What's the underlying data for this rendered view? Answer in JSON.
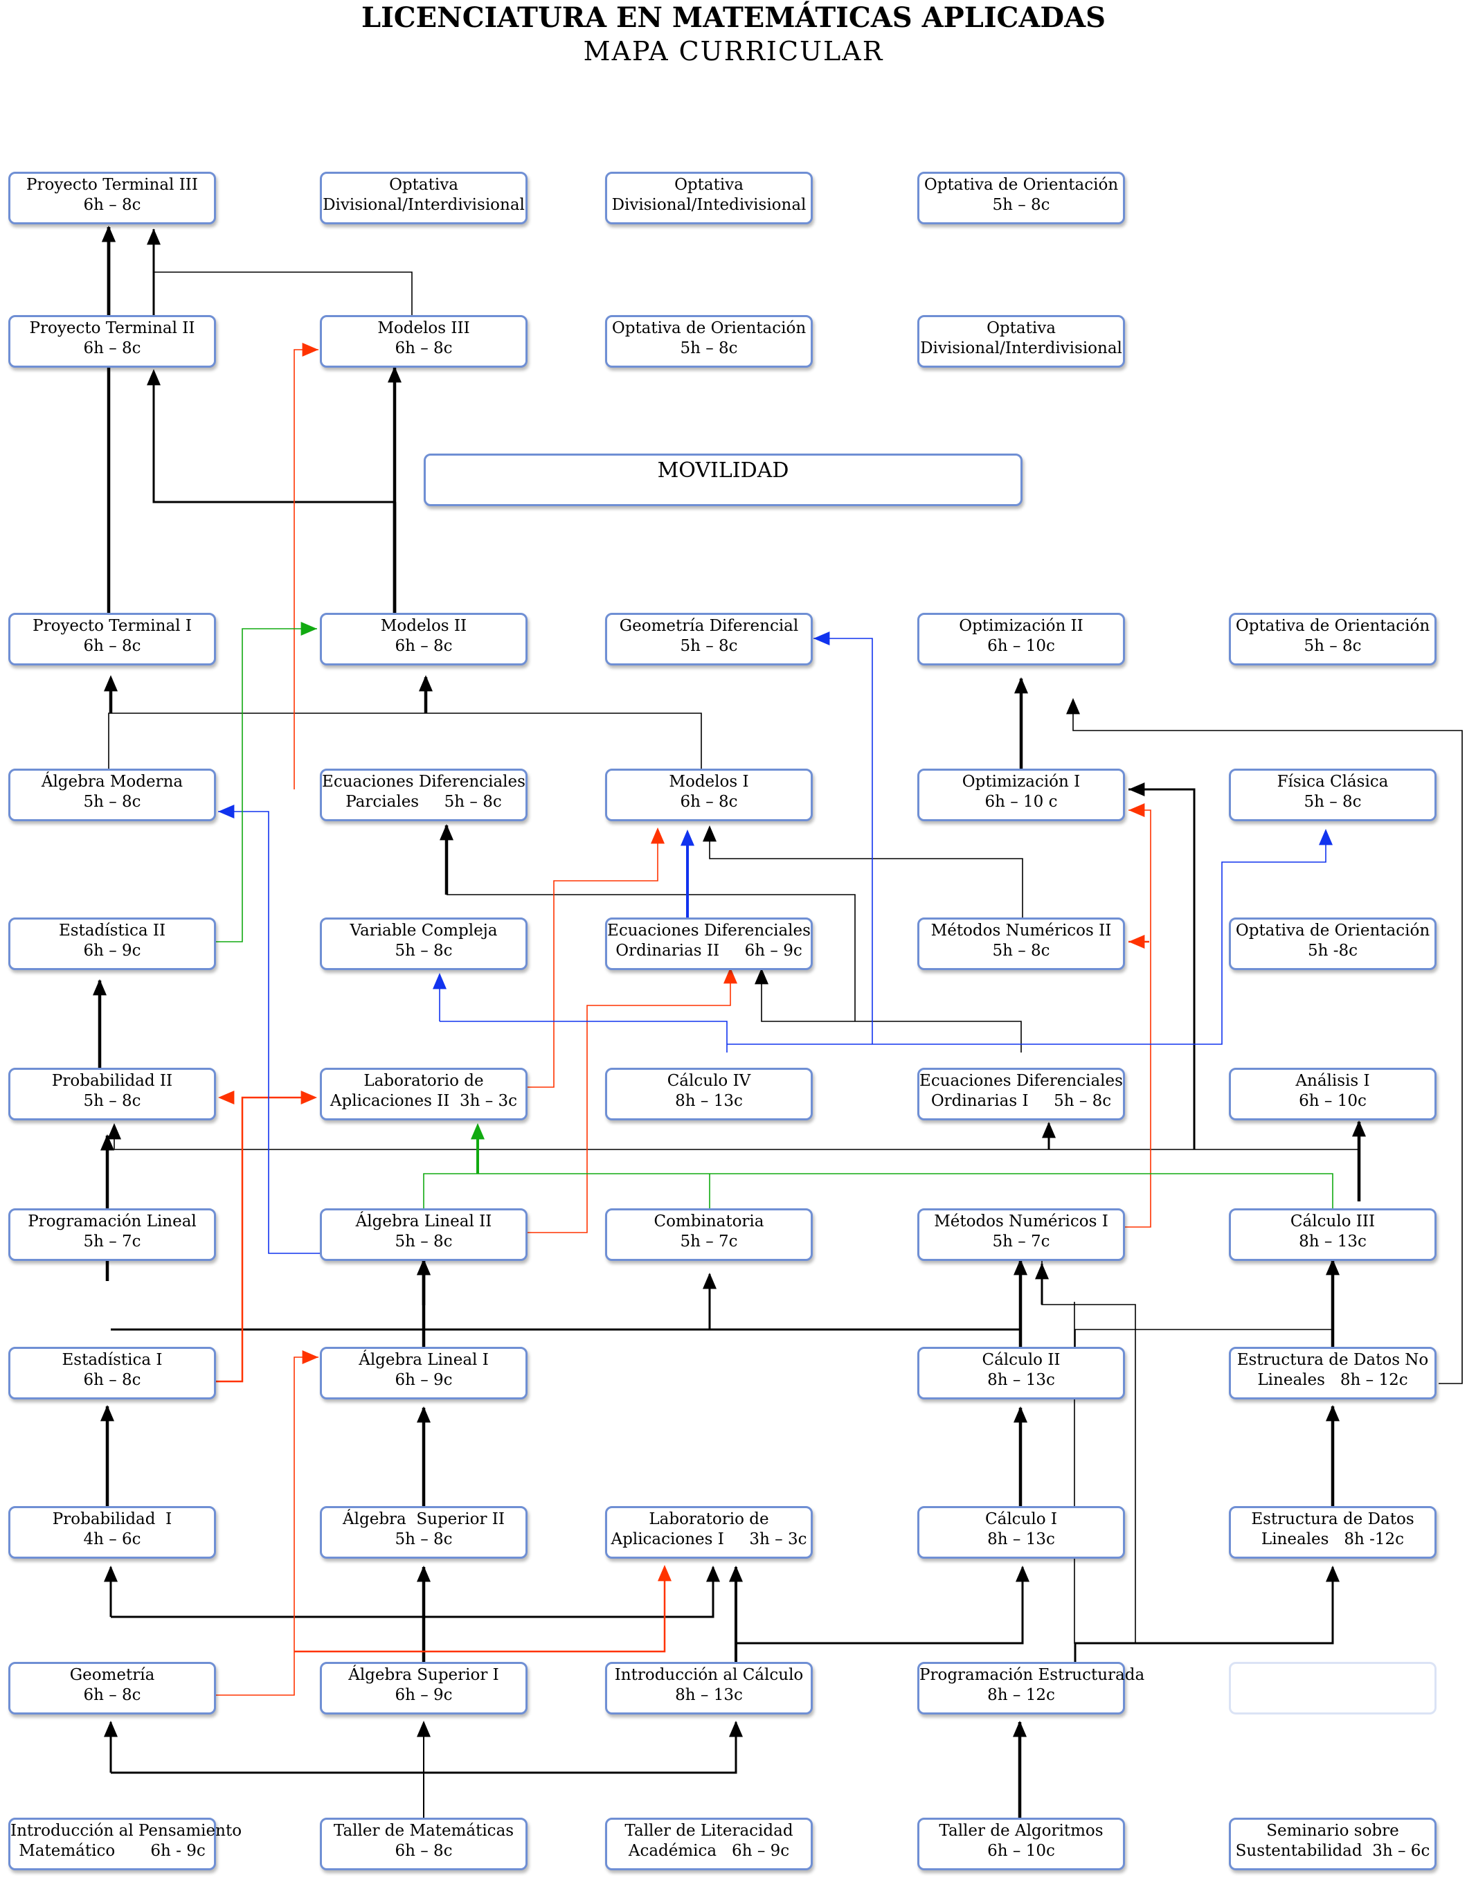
{
  "title": "LICENCIATURA EN MATEMÁTICAS APLICADAS",
  "subtitle": "MAPA CURRICULAR",
  "courses": {
    "proyecto_terminal_3": [
      "Proyecto Terminal III",
      "6h – 8c"
    ],
    "optativa_div_1": [
      "Optativa",
      "Divisional/Interdivisional"
    ],
    "optativa_div_2": [
      "Optativa",
      "Divisional/Intedivisional"
    ],
    "optativa_ori_1": [
      "Optativa de Orientación",
      "5h – 8c"
    ],
    "proyecto_terminal_2": [
      "Proyecto Terminal II",
      "6h – 8c"
    ],
    "modelos_3": [
      "Modelos III",
      "6h – 8c"
    ],
    "optativa_ori_2": [
      "Optativa de Orientación",
      "5h – 8c"
    ],
    "optativa_div_3": [
      "Optativa",
      "Divisional/Interdivisional"
    ],
    "movilidad": [
      "MOVILIDAD"
    ],
    "proyecto_terminal_1": [
      "Proyecto Terminal I",
      "6h – 8c"
    ],
    "modelos_2": [
      "Modelos II",
      "6h – 8c"
    ],
    "geometria_diferencial": [
      "Geometría Diferencial",
      "5h – 8c"
    ],
    "optimizacion_2": [
      "Optimización II",
      "6h – 10c"
    ],
    "optativa_ori_3": [
      "Optativa de Orientación",
      "5h – 8c"
    ],
    "algebra_moderna": [
      "Álgebra Moderna",
      "5h – 8c"
    ],
    "ec_dif_parciales": [
      "Ecuaciones Diferenciales",
      "Parciales     5h – 8c"
    ],
    "modelos_1": [
      "Modelos I",
      "6h – 8c"
    ],
    "optimizacion_1": [
      "Optimización I",
      "6h – 10 c"
    ],
    "fisica_clasica": [
      "Física Clásica",
      "5h – 8c"
    ],
    "estadistica_2": [
      "Estadística II",
      "6h – 9c"
    ],
    "variable_compleja": [
      "Variable Compleja",
      "5h – 8c"
    ],
    "ec_dif_ordinarias_2": [
      "Ecuaciones Diferenciales",
      "Ordinarias II     6h – 9c"
    ],
    "metodos_numericos_2": [
      "Métodos Numéricos II",
      "5h – 8c"
    ],
    "optativa_ori_4": [
      "Optativa de Orientación",
      "5h -8c"
    ],
    "probabilidad_2": [
      "Probabilidad II",
      "5h – 8c"
    ],
    "lab_aplicaciones_2": [
      "Laboratorio de",
      "Aplicaciones II  3h – 3c"
    ],
    "calculo_4": [
      "Cálculo IV",
      "8h – 13c"
    ],
    "ec_dif_ordinarias_1": [
      "Ecuaciones Diferenciales",
      "Ordinarias I     5h – 8c"
    ],
    "analisis_1": [
      "Análisis I",
      "6h – 10c"
    ],
    "programacion_lineal": [
      "Programación Lineal",
      "5h – 7c"
    ],
    "algebra_lineal_2": [
      "Álgebra Lineal II",
      "5h – 8c"
    ],
    "combinatoria": [
      "Combinatoria",
      "5h – 7c"
    ],
    "metodos_numericos_1": [
      "Métodos Numéricos I",
      "5h – 7c"
    ],
    "calculo_3": [
      "Cálculo III",
      "8h – 13c"
    ],
    "estadistica_1": [
      "Estadística I",
      "6h – 8c"
    ],
    "algebra_lineal_1": [
      "Álgebra Lineal I",
      "6h – 9c"
    ],
    "calculo_2": [
      "Cálculo II",
      "8h – 13c"
    ],
    "estructura_datos_no_lineales": [
      "Estructura de Datos No",
      "Lineales   8h – 12c"
    ],
    "probabilidad_1": [
      "Probabilidad  I",
      "4h – 6c"
    ],
    "algebra_superior_2": [
      "Álgebra  Superior II",
      "5h – 8c"
    ],
    "lab_aplicaciones_1": [
      "Laboratorio de",
      "Aplicaciones I     3h – 3c"
    ],
    "calculo_1": [
      "Cálculo I",
      "8h – 13c"
    ],
    "estructura_datos_lineales": [
      "Estructura de Datos",
      "Lineales   8h -12c"
    ],
    "geometria": [
      "Geometría",
      "6h – 8c"
    ],
    "algebra_superior_1": [
      "Álgebra Superior I",
      "6h – 9c"
    ],
    "intro_calculo": [
      "Introducción al Cálculo",
      "8h – 13c"
    ],
    "programacion_estructurada": [
      "Programación Estructurada",
      "8h – 12c"
    ],
    "casilla_vacia": [],
    "intro_pensamiento_matematico": [
      "Introducción al Pensamiento",
      "Matemático       6h - 9c"
    ],
    "taller_matematicas": [
      "Taller de Matemáticas",
      "6h – 8c"
    ],
    "taller_literacidad": [
      "Taller de Literacidad",
      "Académica   6h – 9c"
    ],
    "taller_algoritmos": [
      "Taller de Algoritmos",
      "6h – 10c"
    ],
    "seminario_sustentabilidad": [
      "Seminario sobre",
      "Sustentabilidad  3h – 6c"
    ]
  },
  "colors": {
    "box_border": "#6f8fd4",
    "prerequisite": "#000000",
    "red_link": "#ff3300",
    "blue_link": "#1133ee",
    "green_link": "#11aa11"
  }
}
